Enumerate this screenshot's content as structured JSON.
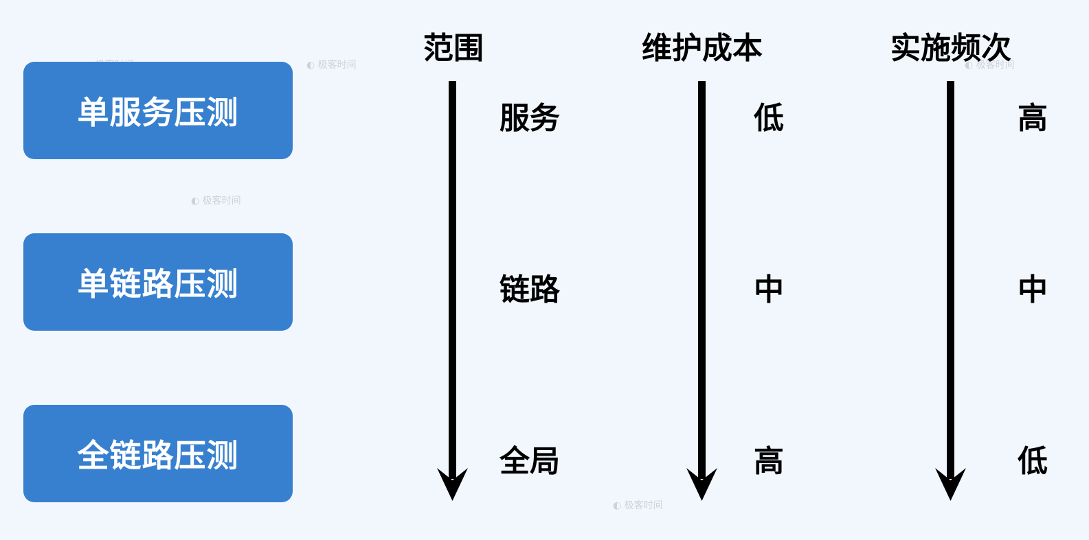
{
  "theme": {
    "box_color": "#3780cf",
    "arrow_color": "#000000",
    "background": "#f2f7fd"
  },
  "boxes": [
    {
      "label": "单服务压测"
    },
    {
      "label": "单链路压测"
    },
    {
      "label": "全链路压测"
    }
  ],
  "columns": [
    {
      "header": "范围",
      "values": [
        "服务",
        "链路",
        "全局"
      ]
    },
    {
      "header": "维护成本",
      "values": [
        "低",
        "中",
        "高"
      ]
    },
    {
      "header": "实施频次",
      "values": [
        "高",
        "中",
        "低"
      ]
    }
  ],
  "watermark": {
    "icon": "geektime-logo-icon",
    "text": "极客时间"
  }
}
